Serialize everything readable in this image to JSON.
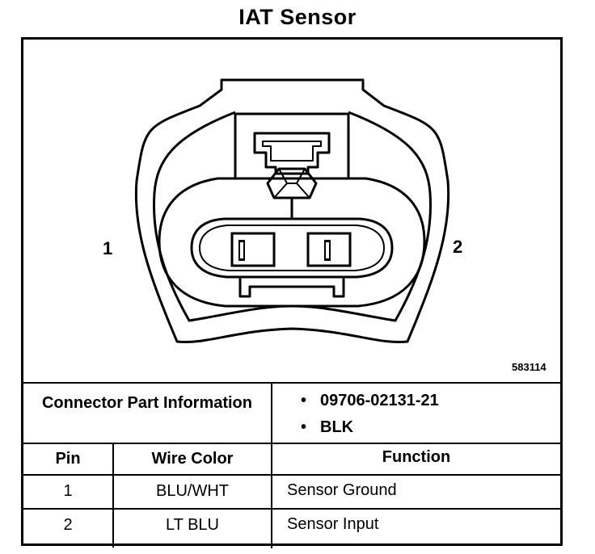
{
  "title": "IAT Sensor",
  "diagram": {
    "pin_left_label": "1",
    "pin_right_label": "2",
    "figure_number": "583114"
  },
  "connector": {
    "header": "Connector Part Information",
    "details": [
      "09706-02131-21",
      "BLK"
    ]
  },
  "table": {
    "headers": [
      "Pin",
      "Wire Color",
      "Function"
    ],
    "rows": [
      [
        "1",
        "BLU/WHT",
        "Sensor Ground"
      ],
      [
        "2",
        "LT BLU",
        "Sensor Input"
      ]
    ]
  }
}
